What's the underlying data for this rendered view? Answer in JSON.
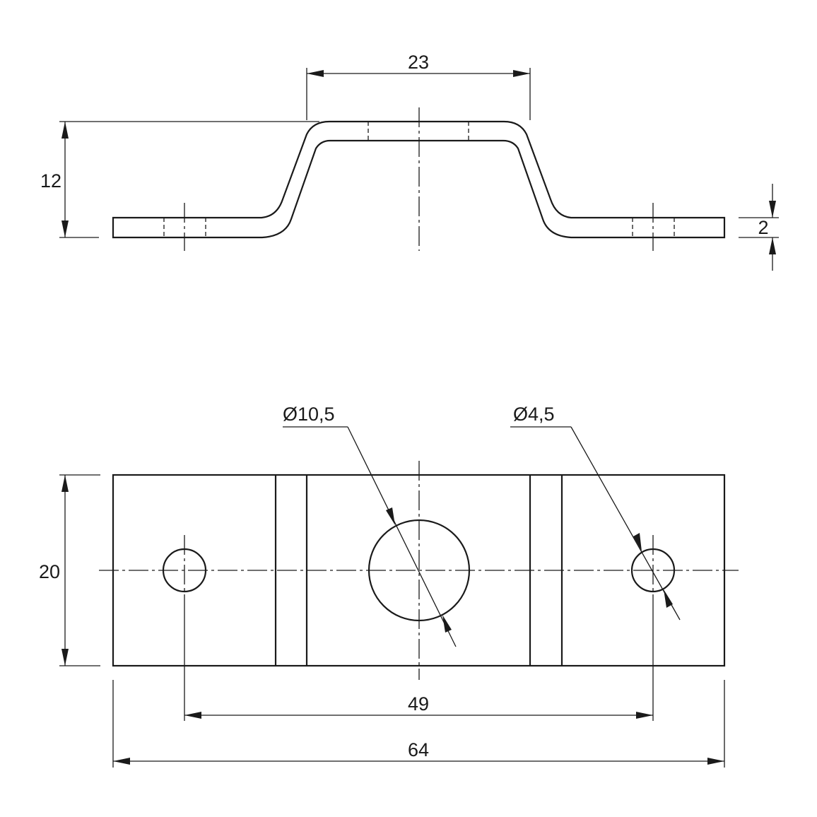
{
  "side_view": {
    "dim_top_width": "23",
    "dim_height": "12",
    "dim_thickness": "2"
  },
  "top_view": {
    "dim_large_hole": "Ø10,5",
    "dim_small_hole": "Ø4,5",
    "dim_plate_width": "20",
    "dim_hole_spacing": "49",
    "dim_overall_length": "64"
  },
  "colors": {
    "line": "#1a1a1a",
    "background": "#ffffff"
  }
}
